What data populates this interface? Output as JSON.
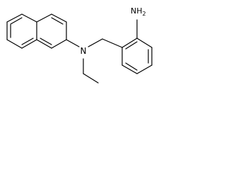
{
  "molecule": {
    "atoms": {
      "amine_main": "NH",
      "amine_sub": "2",
      "nitrogen": "N"
    }
  }
}
